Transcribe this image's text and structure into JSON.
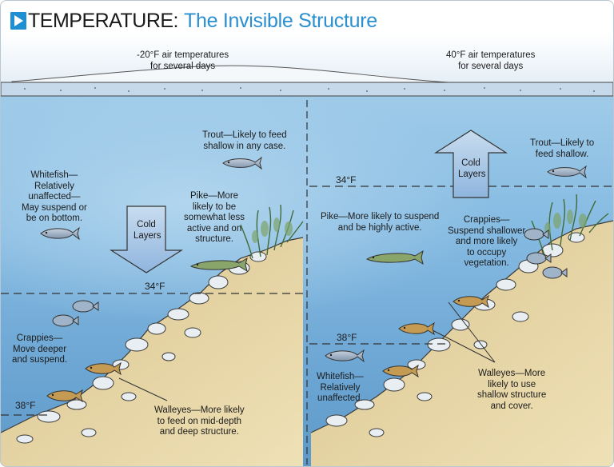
{
  "title": {
    "main": "TEMPERATURE:",
    "sub": "The Invisible Structure"
  },
  "left_panel": {
    "air_temp": [
      "-20°F air temperatures",
      "for several days"
    ],
    "arrow_label": [
      "Cold",
      "Layers"
    ],
    "isotherm_upper": "34°F",
    "isotherm_lower": "38°F",
    "trout": [
      "Trout—Likely to feed",
      "shallow in any case."
    ],
    "whitefish": [
      "Whitefish—",
      "Relatively",
      "unaffected—",
      "May suspend or",
      "be on bottom."
    ],
    "pike": [
      "Pike—More",
      "likely to be",
      "somewhat less",
      "active and on",
      "structure."
    ],
    "crappies": [
      "Crappies—",
      "Move deeper",
      "and suspend."
    ],
    "walleyes": [
      "Walleyes—More likely",
      "to feed on mid-depth",
      "and deep structure."
    ]
  },
  "right_panel": {
    "air_temp": [
      "40°F air temperatures",
      "for several days"
    ],
    "arrow_label": [
      "Cold",
      "Layers"
    ],
    "isotherm_upper": "34°F",
    "isotherm_lower": "38°F",
    "trout": [
      "Trout—Likely to",
      "feed shallow."
    ],
    "pike": [
      "Pike—More likely to suspend",
      "and be highly active."
    ],
    "crappies": [
      "Crappies—",
      "Suspend shallower",
      "and more likely",
      "to occupy",
      "vegetation."
    ],
    "whitefish": [
      "Whitefish—",
      "Relatively",
      "unaffected."
    ],
    "walleyes": [
      "Walleyes—More",
      "likely to use",
      "shallow structure",
      "and cover."
    ]
  },
  "colors": {
    "title_accent": "#2a8fd0",
    "sky": "#e9f2f8",
    "ice": "#c9dceb",
    "water_top": "#8fc3e6",
    "water_mid": "#6aa7d4",
    "sand": "#e7d3a0",
    "arrow_fill": "#a9c7e6"
  }
}
